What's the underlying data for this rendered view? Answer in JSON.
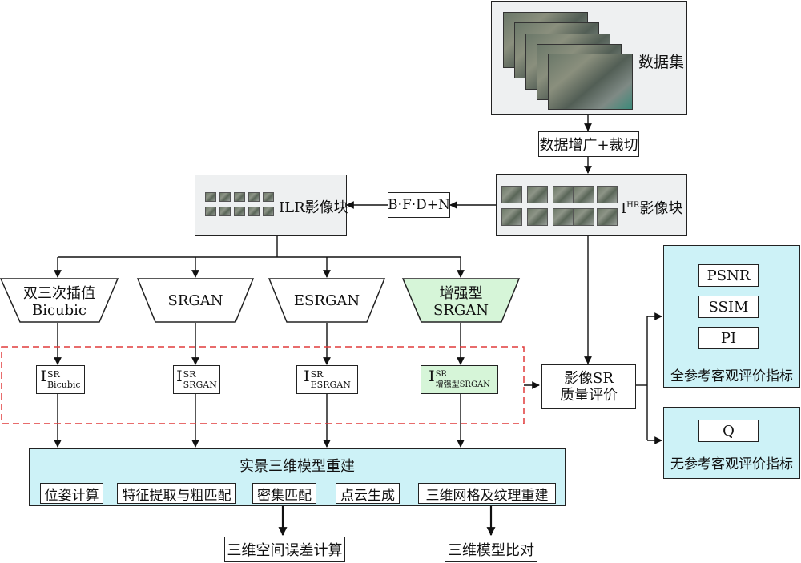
{
  "dataset_label": "数据集",
  "augment_label": "数据增广+裁切",
  "hr_patches_label_prefix": "I",
  "hr_patches_label_sup": "HR",
  "hr_patches_label_suffix": "影像块",
  "degradation_label": "B·F·D+N",
  "lr_patches_label": "ILR影像块",
  "methods": [
    {
      "line1": "双三次插值",
      "line2": "Bicubic"
    },
    {
      "line1": "SRGAN",
      "line2": ""
    },
    {
      "line1": "ESRGAN",
      "line2": ""
    },
    {
      "line1": "增强型",
      "line2": "SRGAN"
    }
  ],
  "outputs": [
    {
      "base": "I",
      "sup": "SR",
      "sub": "Bicubic"
    },
    {
      "base": "I",
      "sup": "SR",
      "sub": "SRGAN"
    },
    {
      "base": "I",
      "sup": "SR",
      "sub": "ESRGAN"
    },
    {
      "base": "I",
      "sup": "SR",
      "sub": "增强型SRGAN"
    }
  ],
  "quality_eval": {
    "line1": "影像SR",
    "line2": "质量评价"
  },
  "full_ref": {
    "metrics": [
      "PSNR",
      "SSIM",
      "PI"
    ],
    "title": "全参考客观评价指标"
  },
  "no_ref": {
    "metrics": [
      "Q"
    ],
    "title": "无参考客观评价指标"
  },
  "reconstruction": {
    "title": "实景三维模型重建",
    "steps": [
      "位姿计算",
      "特征提取与粗匹配",
      "密集匹配",
      "点云生成",
      "三维网格及纹理重建"
    ]
  },
  "bottom_outputs": [
    "三维空间误差计算",
    "三维模型比对"
  ],
  "colors": {
    "dashed_region": "#e03c3c",
    "cyan": "#cdf2f7",
    "green": "#d6f5d8",
    "grey": "#eef0f1"
  }
}
